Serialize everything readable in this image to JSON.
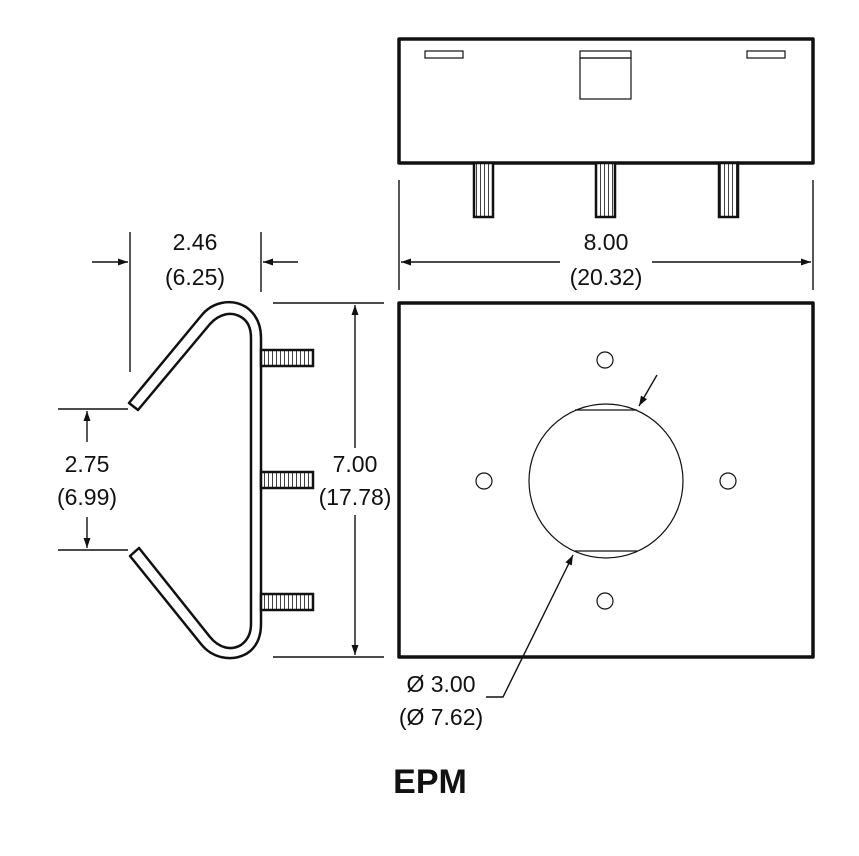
{
  "title": "EPM",
  "dimensions": {
    "top_width": {
      "inch": "8.00",
      "mm": "(20.32)"
    },
    "clip_depth": {
      "inch": "2.46",
      "mm": "(6.25)"
    },
    "clip_opening": {
      "inch": "2.75",
      "mm": "(6.99)"
    },
    "height": {
      "inch": "7.00",
      "mm": "(17.78)"
    },
    "hole_diameter": {
      "inch": "Ø 3.00",
      "mm": "(Ø 7.62)"
    }
  },
  "colors": {
    "line": "#111111",
    "background": "#ffffff"
  }
}
